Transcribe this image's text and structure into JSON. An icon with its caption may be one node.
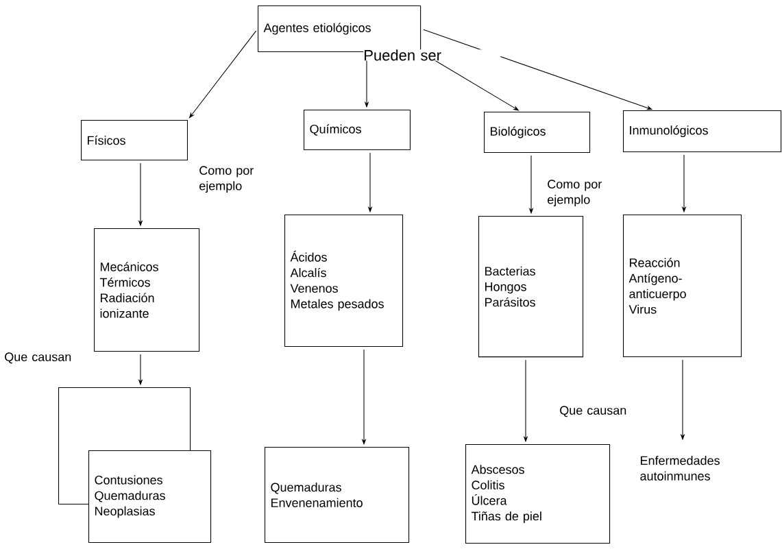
{
  "diagram": {
    "nodes": [
      {
        "text": [
          "Agentes etiológicos"
        ]
      },
      {
        "text": [
          "Físicos"
        ]
      },
      {
        "text": [
          "Químicos"
        ]
      },
      {
        "text": [
          "Biológicos"
        ]
      },
      {
        "text": [
          "Inmunológicos"
        ]
      },
      {
        "text": [
          "Mecánicos",
          "Térmicos",
          "Radiación ionizante"
        ]
      },
      {
        "text": [
          "Ácidos",
          "Alcalís",
          "Venenos",
          "Metales pesados"
        ]
      },
      {
        "text": [
          "Bacterias",
          "Hongos",
          "Parásitos"
        ]
      },
      {
        "text": [
          "Reacción Antígeno-anticuerpo",
          "Virus"
        ]
      },
      {
        "text": [],
        "shape": "box"
      },
      {
        "text": [
          "Contusiones",
          "Quemaduras",
          "Neoplasias"
        ]
      },
      {
        "text": [
          "Quemaduras",
          "Envenenamiento"
        ]
      },
      {
        "text": [
          "Abscesos",
          "Colitis",
          "Úlcera",
          "Tiñas de piel"
        ]
      },
      {
        "text": [
          "Enfermedades autoinmunes"
        ]
      }
    ],
    "edges": [
      {
        "from": 0,
        "to": 1,
        "arrow": "to"
      },
      {
        "from": 0,
        "to": 2,
        "arrow": "to"
      },
      {
        "from": 0,
        "to": 3,
        "arrow": "to"
      },
      {
        "from": 0,
        "to": 4,
        "arrow": "to"
      },
      {
        "from": 1,
        "to": 5,
        "arrow": "to"
      },
      {
        "from": 2,
        "to": 6,
        "arrow": "to"
      },
      {
        "from": 3,
        "to": 7,
        "arrow": "to"
      },
      {
        "from": 4,
        "to": 8,
        "arrow": "to"
      },
      {
        "from": 5,
        "to": 9,
        "arrow": "to"
      },
      {
        "from": 6,
        "to": 11,
        "arrow": "to"
      },
      {
        "from": 7,
        "to": 12,
        "arrow": "to"
      },
      {
        "from": 8,
        "to": 13,
        "arrow": "to"
      }
    ],
    "labels": [
      "Pueden ser",
      "Como por ejemplo",
      "Como por ejemplo",
      "Que causan",
      "Que causan"
    ]
  }
}
